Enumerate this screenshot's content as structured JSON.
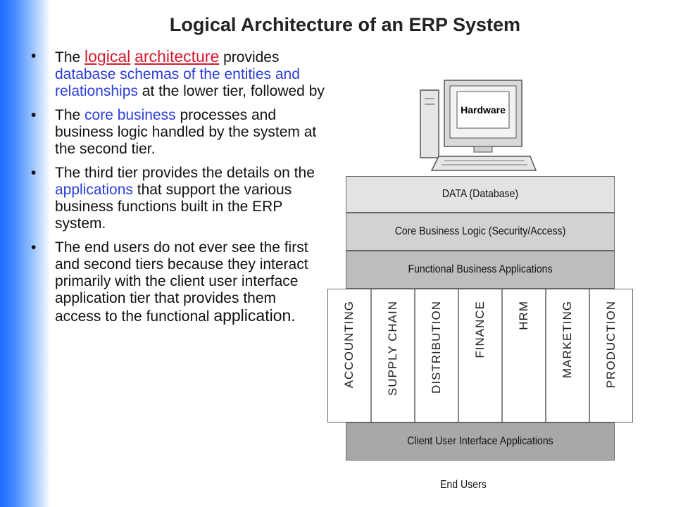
{
  "title": "Logical Architecture of an ERP System",
  "bullets": {
    "b1": {
      "p1": "The ",
      "red1": "logical",
      "sp": " ",
      "red2": "architecture",
      "p2": " provides ",
      "blue1": "database schemas of the entities and relationships",
      "p3": " at the lower tier, followed by"
    },
    "b2": {
      "p1": "The ",
      "blue1": "core business",
      "p2": " processes and business logic handled by the system at the second tier."
    },
    "b3": {
      "p1": "The third tier provides the details on the ",
      "blue1": "applications",
      "p2": " that support the various business functions built in the ERP system."
    },
    "b4": {
      "p1": "The end users do not ever see the first and second tiers because they interact primarily with the client user interface application tier that provides them access to the functional ",
      "p2": "application."
    }
  },
  "diagram": {
    "hardware": "Hardware",
    "data": "DATA (Database)",
    "core": "Core Business Logic (Security/Access)",
    "functional": "Functional Business Applications",
    "modules": [
      "ACCOUNTING",
      "SUPPLY CHAIN",
      "DISTRIBUTION",
      "FINANCE",
      "HRM",
      "MARKETING",
      "PRODUCTION"
    ],
    "client": "Client User Interface Applications",
    "end_users": "End Users"
  }
}
